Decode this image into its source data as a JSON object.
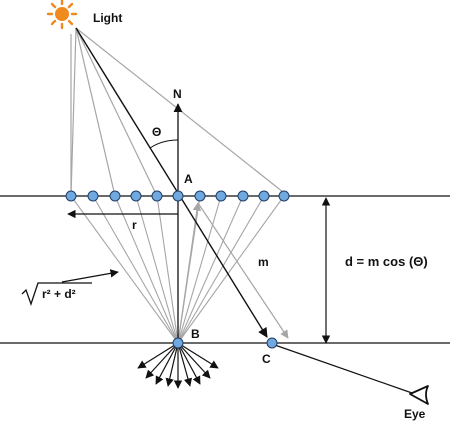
{
  "labels": {
    "light": "Light",
    "normal": "N",
    "theta": "Θ",
    "point_a": "A",
    "point_b": "B",
    "point_c": "C",
    "r": "r",
    "m": "m",
    "distance": "d = m cos (Θ)",
    "eye": "Eye",
    "sqrt_body": "r² + d²"
  },
  "colors": {
    "black_line": "#111111",
    "gray_line": "#a6a6a6",
    "dot_fill": "#6fa9df",
    "dot_stroke": "#1f3f66",
    "sun": "#f08a1e"
  }
}
